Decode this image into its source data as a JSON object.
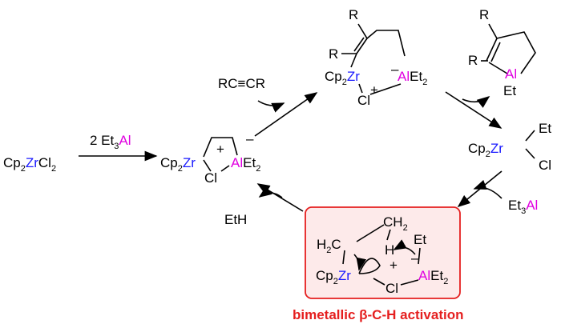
{
  "start": {
    "prefix": "Cp",
    "sub": "2",
    "zr": "Zr",
    "cl": "Cl",
    "cl_sub": "2"
  },
  "reagent1": {
    "coef": "2 Et",
    "sub": "3",
    "al": "Al"
  },
  "metallacycle": {
    "cp": "Cp",
    "cp_sub": "2",
    "zr": "Zr",
    "plus": "+",
    "minus": "–",
    "al": "Al",
    "et": "Et",
    "et_sub": "2",
    "cl": "Cl"
  },
  "alkyne": {
    "label": "RC≡CR"
  },
  "insertion": {
    "r1": "R",
    "r2": "R",
    "cp": "Cp",
    "cp_sub": "2",
    "zr": "Zr",
    "plus": "+",
    "minus": "–",
    "al": "Al",
    "et": "Et",
    "et_sub": "2",
    "cl": "Cl"
  },
  "product": {
    "r1": "R",
    "r2": "R",
    "al": "Al",
    "et": "Et"
  },
  "ethyl_complex": {
    "cp": "Cp",
    "cp_sub": "2",
    "zr": "Zr",
    "et": "Et",
    "cl": "Cl"
  },
  "reagent2": {
    "et": "Et",
    "sub": "3",
    "al": "Al"
  },
  "byproduct": {
    "label": "EtH"
  },
  "ts": {
    "h2c": "H",
    "h2c_sub": "2",
    "h2c_c": "C",
    "ch2": "CH",
    "ch2_sub": "2",
    "h": "H",
    "et": "Et",
    "cp": "Cp",
    "cp_sub": "2",
    "zr": "Zr",
    "plus": "+",
    "minus": "–",
    "al": "Al",
    "al_et": "Et",
    "al_et_sub": "2",
    "cl": "Cl"
  },
  "caption": {
    "label": "bimetallic β-C-H activation"
  },
  "colors": {
    "zr": "#1a1aff",
    "al": "#e000e0",
    "highlight": "#e51f1f",
    "box_fill": "#fdeaea"
  }
}
